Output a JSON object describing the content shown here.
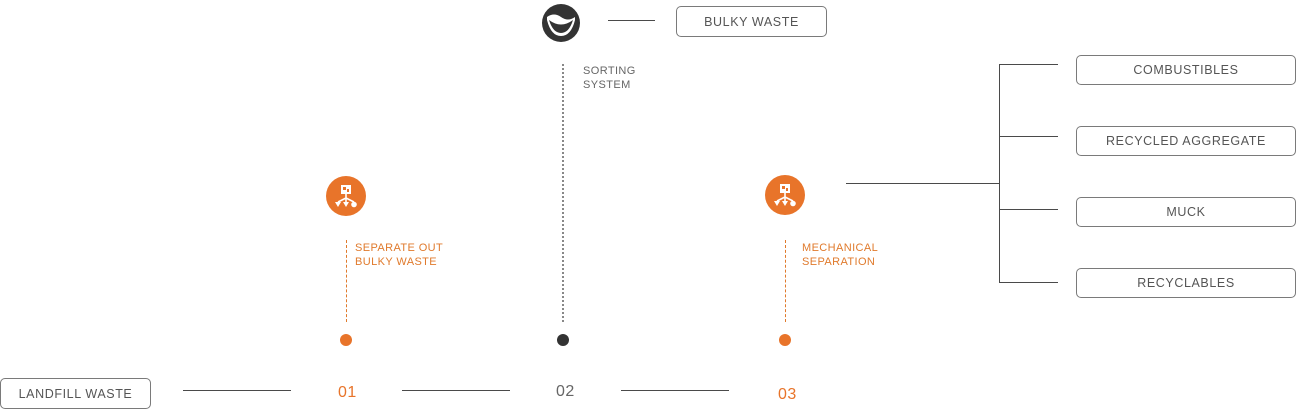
{
  "colors": {
    "accent": "#e8742a",
    "dark": "#333333",
    "line": "#4a4a4a",
    "box_border": "#7a7a7a"
  },
  "top": {
    "icon": "bowl-icon",
    "output_box": "BULKY WASTE",
    "label": "SORTING\nSYSTEM"
  },
  "stage1": {
    "icon": "separator-icon",
    "label": "SEPARATE OUT\nBULKY WASTE",
    "number": "01"
  },
  "stage2": {
    "number": "02"
  },
  "stage3": {
    "icon": "separator-icon",
    "label": "MECHANICAL\nSEPARATION",
    "number": "03"
  },
  "input_box": "LANDFILL WASTE",
  "outputs": [
    {
      "label": "COMBUSTIBLES"
    },
    {
      "label": "RECYCLED AGGREGATE"
    },
    {
      "label": "MUCK"
    },
    {
      "label": "RECYCLABLES"
    }
  ]
}
